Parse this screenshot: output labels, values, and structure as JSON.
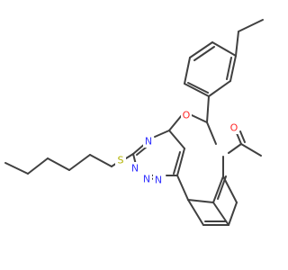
{
  "molecule": {
    "atoms": [
      {
        "element": "N",
        "color": "#3333ff"
      },
      {
        "element": "N",
        "color": "#3333ff"
      },
      {
        "element": "N",
        "color": "#3333ff"
      },
      {
        "element": "N",
        "color": "#3333ff"
      },
      {
        "element": "O",
        "color": "#ff2b2b"
      },
      {
        "element": "O",
        "color": "#ff2b2b"
      },
      {
        "element": "S",
        "color": "#b2b200"
      }
    ],
    "bond_color": "#404040"
  }
}
